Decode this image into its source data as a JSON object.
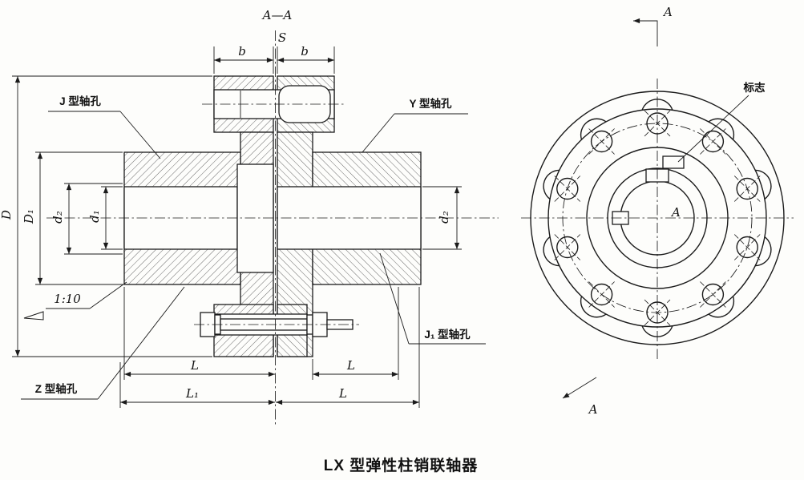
{
  "caption": "LX 型弹性柱销联轴器",
  "section_view": {
    "title": "A—A",
    "gap": "S",
    "b_left": "b",
    "b_right": "b",
    "taper": "1:10",
    "holes": {
      "j": "J 型轴孔",
      "y": "Y 型轴孔",
      "j1": "J₁ 型轴孔",
      "z": "Z 型轴孔"
    },
    "dims": {
      "D": "D",
      "D1": "D₁",
      "d1": "d₁",
      "d2_left": "d₂",
      "d2_right": "d₂",
      "L_left": "L",
      "L_right": "L",
      "L1": "L₁",
      "L_bottom_right": "L"
    }
  },
  "end_view": {
    "section_arrow_top": "A",
    "section_arrow_bottom": "A",
    "bore_label": "A",
    "mark": "标志"
  }
}
